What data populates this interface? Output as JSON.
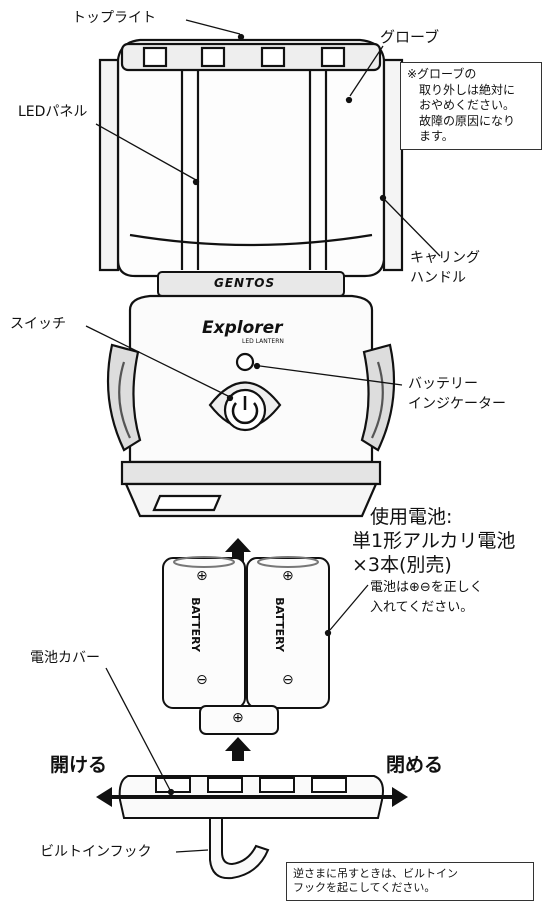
{
  "labels": {
    "top_light": "トップライト",
    "globe": "グローブ",
    "led_panel": "LEDパネル",
    "carrying_handle_1": "キャリング",
    "carrying_handle_2": "ハンドル",
    "switch": "スイッチ",
    "battery_indicator_1": "バッテリー",
    "battery_indicator_2": "インジケーター",
    "battery_cover": "電池カバー",
    "open": "開ける",
    "close": "閉める",
    "hook": "ビルトインフック"
  },
  "globe_note": {
    "line1": "※グローブの",
    "line2": "取り外しは絶対に",
    "line3": "おやめください。",
    "line4": "故障の原因になり",
    "line5": "ます。"
  },
  "battery_info": {
    "line1": "使用電池:",
    "line2": "単1形アルカリ電池",
    "line3": "×3本(別売)",
    "line4": "電池は⊕⊖を正しく",
    "line5": "入れてください。"
  },
  "hook_note": {
    "line1": "逆さまに吊すときは、ビルトイン",
    "line2": "フックを起こしてください。"
  },
  "product": {
    "brand": "GENTOS",
    "model": "Explorer",
    "model_sub": "LED LANTERN"
  },
  "battery_cells": {
    "text": "BATTERY",
    "plus": "⊕",
    "minus": "⊖"
  }
}
